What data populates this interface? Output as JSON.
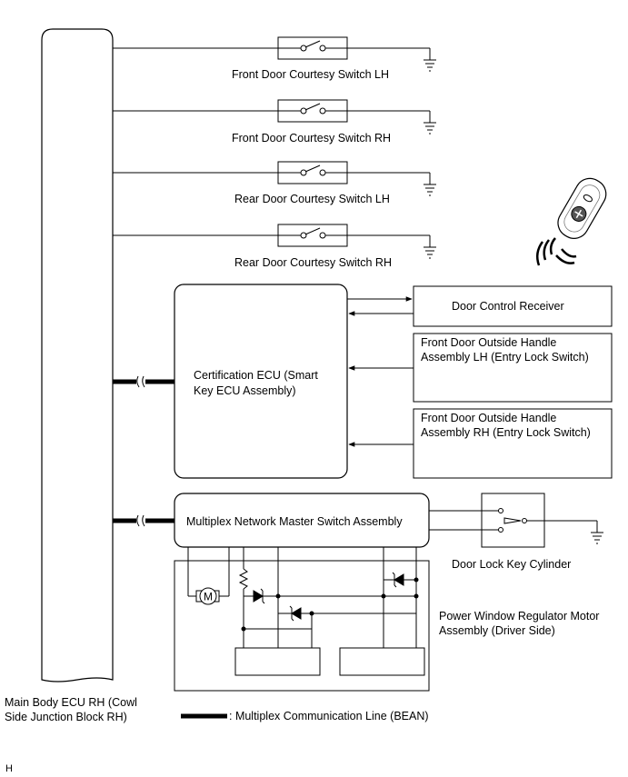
{
  "switches": [
    {
      "label": "Front Door Courtesy Switch LH"
    },
    {
      "label": "Front Door Courtesy Switch RH"
    },
    {
      "label": "Rear Door Courtesy Switch LH"
    },
    {
      "label": "Rear Door Courtesy Switch RH"
    }
  ],
  "main_ecu": {
    "label_line1": "Main Body ECU RH (Cowl",
    "label_line2": "Side Junction Block RH)"
  },
  "certification_ecu": {
    "label_line1": "Certification ECU (Smart",
    "label_line2": "Key ECU Assembly)"
  },
  "door_control_receiver": {
    "label": "Door Control Receiver"
  },
  "front_handle_lh": {
    "label_line1": "Front Door Outside Handle",
    "label_line2": "Assembly LH (Entry Lock Switch)"
  },
  "front_handle_rh": {
    "label_line1": "Front Door Outside Handle",
    "label_line2": "Assembly RH (Entry Lock Switch)"
  },
  "master_switch": {
    "label": "Multiplex Network Master Switch Assembly"
  },
  "key_cylinder": {
    "label": "Door Lock Key Cylinder"
  },
  "power_window_motor": {
    "label_line1": "Power Window Regulator Motor",
    "label_line2": "Assembly (Driver Side)"
  },
  "motor_symbol": "M",
  "legend": {
    "label": ": Multiplex Communication Line (BEAN)"
  },
  "footer_code": "H"
}
